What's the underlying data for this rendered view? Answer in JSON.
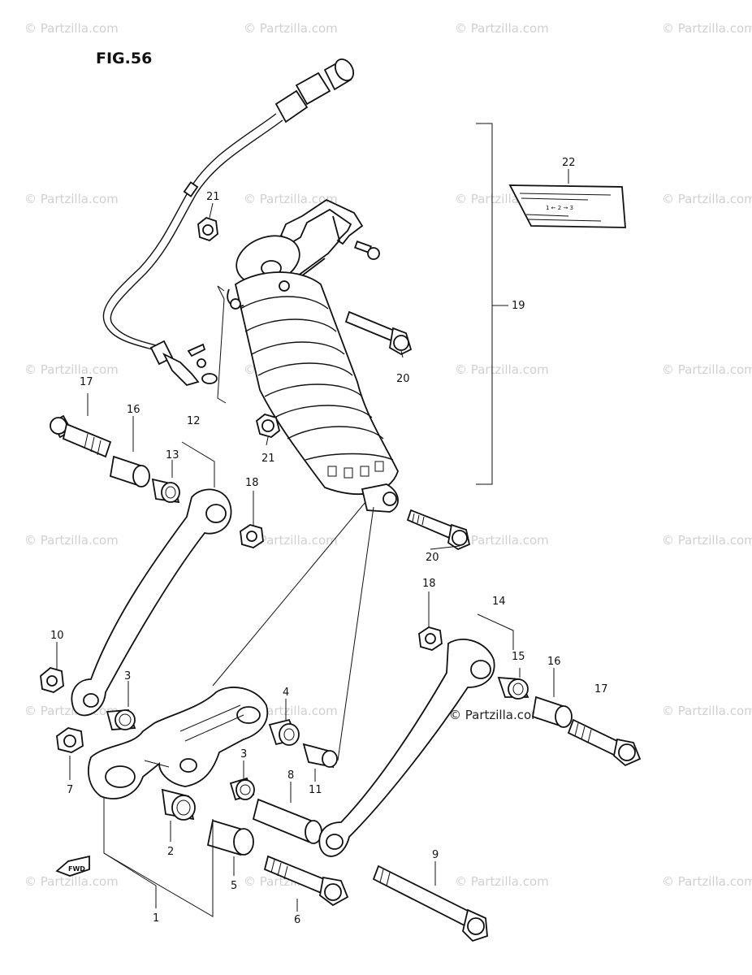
{
  "figure": {
    "title": "FIG.56"
  },
  "watermark": {
    "text": "© Partzilla.com",
    "center_text": "© Partzilla.com"
  },
  "fwd_label": "FWD",
  "label_plate": {
    "text": "1 ← 2 → 3"
  },
  "callouts": {
    "c1": "1",
    "c2": "2",
    "c3a": "3",
    "c3b": "3",
    "c4": "4",
    "c5": "5",
    "c6": "6",
    "c7": "7",
    "c8": "8",
    "c9": "9",
    "c10": "10",
    "c11": "11",
    "c12": "12",
    "c13": "13",
    "c14": "14",
    "c15": "15",
    "c16a": "16",
    "c16b": "16",
    "c17a": "17",
    "c17b": "17",
    "c18a": "18",
    "c18b": "18",
    "c19": "19",
    "c20a": "20",
    "c20b": "20",
    "c21a": "21",
    "c21b": "21",
    "c22": "22"
  }
}
